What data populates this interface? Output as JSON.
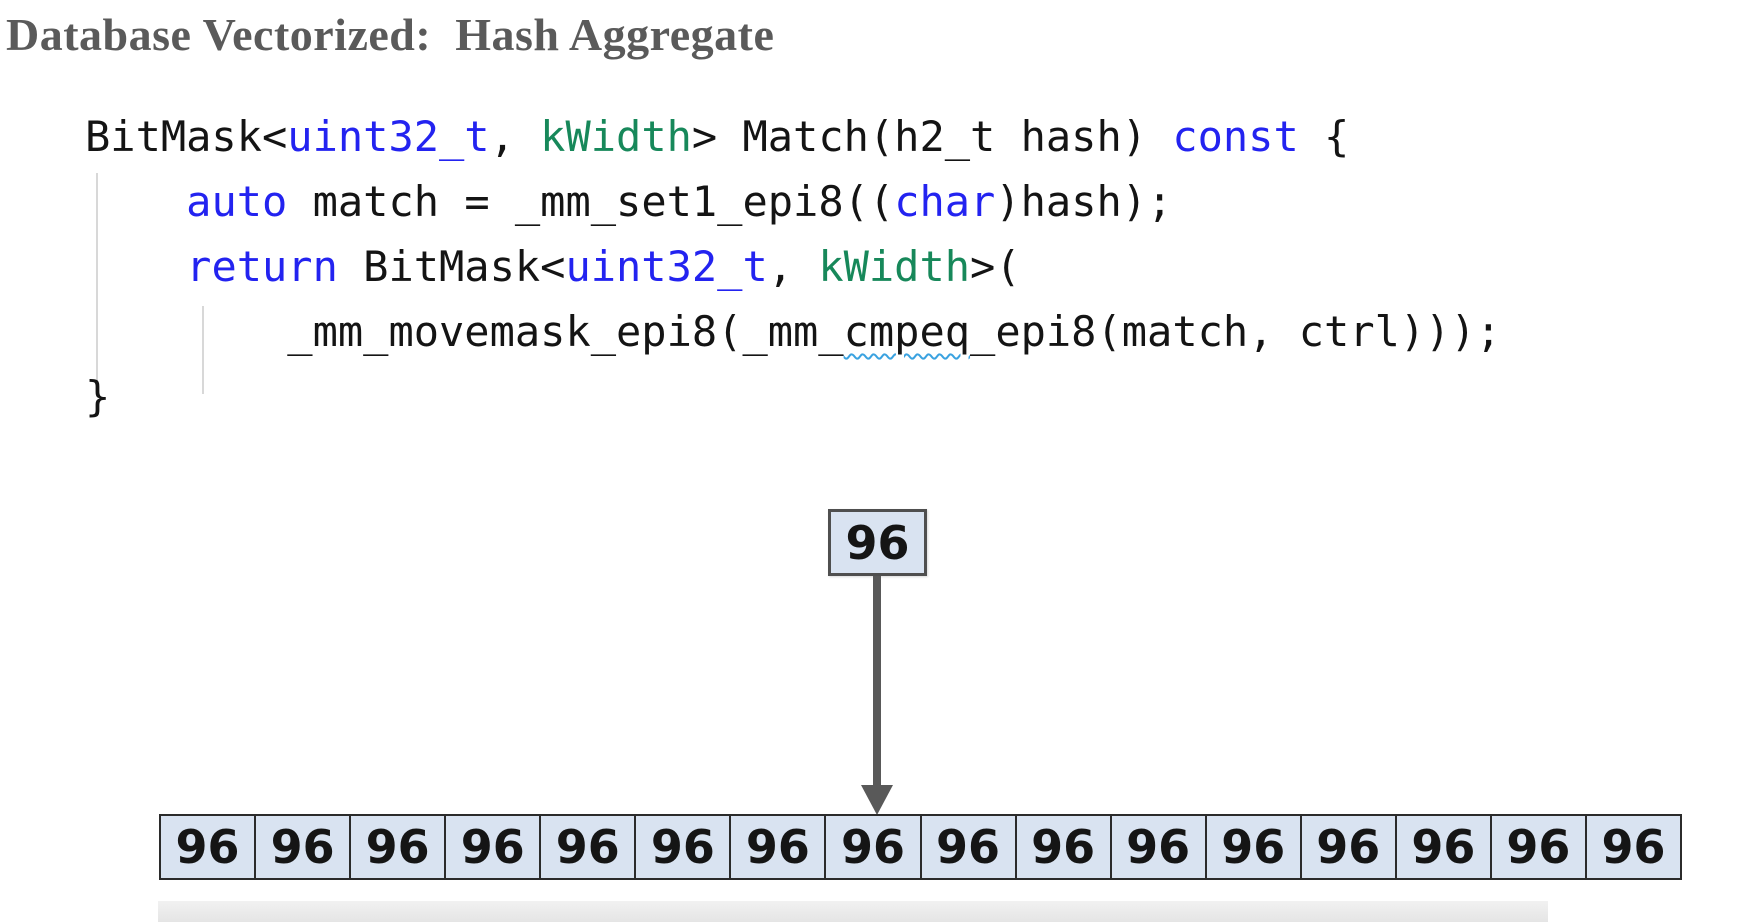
{
  "title": "Database Vectorized:  Hash Aggregate",
  "code": {
    "lines": [
      {
        "indent": 0,
        "segments": [
          {
            "t": "BitMask<",
            "c": "p"
          },
          {
            "t": "uint32_t",
            "c": "b"
          },
          {
            "t": ", ",
            "c": "p"
          },
          {
            "t": "kWidth",
            "c": "g"
          },
          {
            "t": "> Match(h2_t hash) ",
            "c": "p"
          },
          {
            "t": "const",
            "c": "b"
          },
          {
            "t": " {",
            "c": "p"
          }
        ]
      },
      {
        "indent": 4,
        "segments": [
          {
            "t": "auto",
            "c": "b"
          },
          {
            "t": " match = _mm_set1_epi8((",
            "c": "p"
          },
          {
            "t": "char",
            "c": "b"
          },
          {
            "t": ")hash);",
            "c": "p"
          }
        ]
      },
      {
        "indent": 4,
        "segments": [
          {
            "t": "return",
            "c": "b"
          },
          {
            "t": " BitMask<",
            "c": "p"
          },
          {
            "t": "uint32_t",
            "c": "b"
          },
          {
            "t": ", ",
            "c": "p"
          },
          {
            "t": "kWidth",
            "c": "g"
          },
          {
            "t": ">(",
            "c": "p"
          }
        ]
      },
      {
        "indent": 8,
        "segments": [
          {
            "t": "_mm_movemask_epi8(_mm_",
            "c": "p"
          },
          {
            "t": "cmpeq",
            "c": "p",
            "squiggle": true
          },
          {
            "t": "_epi8(match, ctrl)));",
            "c": "p"
          }
        ]
      },
      {
        "indent": 0,
        "segments": [
          {
            "t": "}",
            "c": "p"
          }
        ]
      }
    ]
  },
  "diagram": {
    "broadcast_value": "96",
    "cells": [
      "96",
      "96",
      "96",
      "96",
      "96",
      "96",
      "96",
      "96",
      "96",
      "96",
      "96",
      "96",
      "96",
      "96",
      "96",
      "96"
    ]
  },
  "colors": {
    "title-gray": "#5a5a5a",
    "code-black": "#141414",
    "keyword-blue": "#2323f0",
    "type-green": "#17885a",
    "squiggle-blue": "#3aa2e0",
    "guide-gray": "#d8d8d8",
    "cell-fill": "#d9e3f1",
    "cell-border": "#2b2b2b",
    "box-border": "#4f4f4f",
    "arrow-gray": "#595959"
  }
}
